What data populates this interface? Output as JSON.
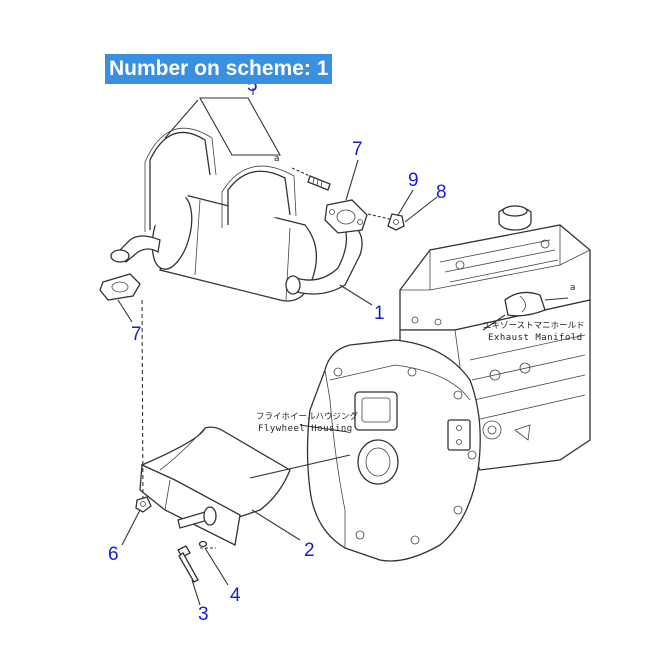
{
  "banner": {
    "text": "Number on scheme: 1"
  },
  "callouts": {
    "n1": "1",
    "n2": "2",
    "n3": "3",
    "n4": "4",
    "n5": "5",
    "n6": "6",
    "n7a": "7",
    "n7b": "7",
    "n8": "8",
    "n9": "9"
  },
  "labels": {
    "exhaust_jp": "エキゾーストマニホールド",
    "exhaust_en": "Exhaust Manifold",
    "flywheel_jp": "フライホイールハウジング",
    "flywheel_en": "Flywheel Housing",
    "ref_a1": "a",
    "ref_a2": "a"
  },
  "colors": {
    "callout": "#1a1ad6",
    "banner_bg": "#3b8fe0",
    "line": "#333333"
  }
}
